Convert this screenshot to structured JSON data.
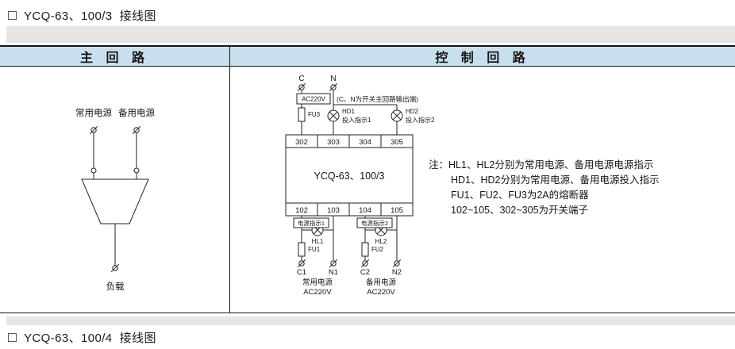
{
  "titles": {
    "top": "YCQ-63、100/3  接线图",
    "bottom": "YCQ-63、100/4  接线图"
  },
  "table": {
    "header_left": "主 回 路",
    "header_right": "控 制 回 路"
  },
  "main": {
    "normal_power": "常用电源",
    "backup_power": "备用电源",
    "load": "负载"
  },
  "control": {
    "c": "C",
    "n": "N",
    "ac220v_top": "AC220V",
    "cn_note": "(C、N为开关主回路输出端)",
    "fu3": "FU3",
    "hd1": "HD1",
    "hd1_desc": "投入指示1",
    "hd2": "HD2",
    "hd2_desc": "投入指示2",
    "top_terminals": [
      "302",
      "303",
      "304",
      "305"
    ],
    "device": "YCQ-63、100/3",
    "bottom_terminals": [
      "102",
      "103",
      "104",
      "105"
    ],
    "ind1": "电源指示1",
    "ind2": "电源指示2",
    "hl1": "HL1",
    "hl2": "HL2",
    "fu1": "FU1",
    "fu2": "FU2",
    "c1": "C1",
    "n1": "N1",
    "c2": "C2",
    "n2": "N2",
    "normal_power": "常用电源",
    "normal_voltage": "AC220V",
    "backup_power": "备用电源",
    "backup_voltage": "AC220V"
  },
  "notes": {
    "prefix": "注：",
    "lines": [
      "HL1、HL2分别为常用电源、备用电源电源指示",
      "HD1、HD2分别为常用电源、备用电源投入指示",
      "FU1、FU2、FU3为2A的熔断器",
      "102~105、302~305为开关端子"
    ]
  },
  "colors": {
    "header_bg": "#cadfee",
    "band_bg": "#e9e5e3",
    "line": "#222222"
  }
}
